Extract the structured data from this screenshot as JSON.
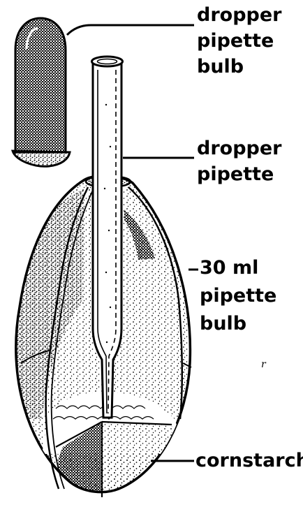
{
  "labels": {
    "dropper_bulb": [
      "dropper",
      "pipette",
      "bulb"
    ],
    "dropper_pipette": [
      "dropper",
      "pipette"
    ],
    "pipette_bulb": [
      "30 ml",
      "pipette",
      "bulb"
    ],
    "cornstarch": "cornstarch"
  },
  "colors": {
    "ink": "#000000",
    "paper": "#ffffff"
  }
}
